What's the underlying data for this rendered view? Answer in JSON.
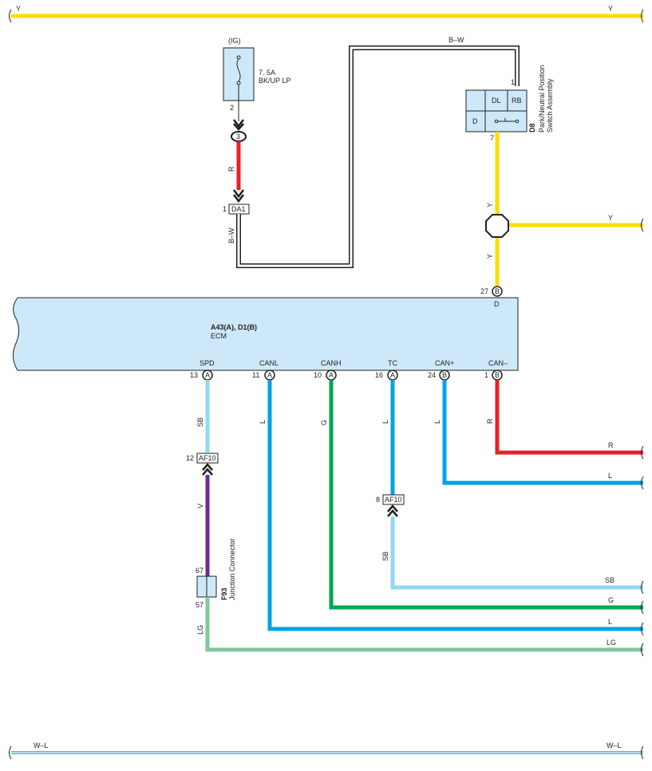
{
  "colors": {
    "Y": "#ffdc00",
    "R": "#e8202a",
    "L": "#00a3e4",
    "SB": "#8fd8f6",
    "G": "#00a650",
    "V": "#6d2c91",
    "LG": "#80c99d",
    "BW_outer": "#231f20",
    "BW_inner": "#ffffff",
    "WL_outer": "#5fb4d2",
    "box_fill": "#cde9f9"
  },
  "top_wire": {
    "left": "Y",
    "right": "Y"
  },
  "bottom_wire": {
    "left": "W–L",
    "right": "W–L"
  },
  "fuse": {
    "supply": "(IG)",
    "rating": "7. 5A",
    "name": "BK/UP LP",
    "pin": "2"
  },
  "junction_3": {
    "num": "3"
  },
  "wire_r_top": {
    "color": "R"
  },
  "da1": {
    "pin": "1",
    "name": "DA1"
  },
  "bw_wire": {
    "label_left": "B–W",
    "label_top": "B–W"
  },
  "park_switch": {
    "code": "D8",
    "name_line1": "Park/Neutral Position",
    "name_line2": "Switch Assembly",
    "pin_top": "1",
    "pin_bottom": "7",
    "cells": {
      "dl": "DL",
      "rb": "RB",
      "d": "D"
    }
  },
  "y_vertical": {
    "upper": "Y",
    "lower": "Y",
    "branch": "Y"
  },
  "ecm": {
    "codes": "A43(A), D1(B)",
    "name": "ECM",
    "top_pin": {
      "num": "27",
      "conn": "B",
      "label": "D"
    },
    "pins": [
      {
        "label": "SPD",
        "num": "13",
        "conn": "A"
      },
      {
        "label": "CANL",
        "num": "11",
        "conn": "A"
      },
      {
        "label": "CANH",
        "num": "10",
        "conn": "A"
      },
      {
        "label": "TC",
        "num": "16",
        "conn": "A"
      },
      {
        "label": "CAN+",
        "num": "24",
        "conn": "B"
      },
      {
        "label": "CAN–",
        "num": "1",
        "conn": "B"
      }
    ]
  },
  "af10_left": {
    "pin": "12",
    "name": "AF10"
  },
  "af10_right": {
    "pin": "8",
    "name": "AF10"
  },
  "f93": {
    "code": "F93",
    "name": "Junction Connector",
    "pin_top": "67",
    "pin_bottom": "57"
  },
  "wire_labels": {
    "sb_spd": "SB",
    "v": "V",
    "lg_vert": "LG",
    "canl_vert": "L",
    "canh_vert": "G",
    "tc_upper": "L",
    "tc_lower": "SB",
    "canplus_vert": "L",
    "canminus_vert": "R"
  },
  "right_labels": {
    "r": "R",
    "l1": "L",
    "sb": "SB",
    "g": "G",
    "l2": "L",
    "lg": "LG"
  }
}
